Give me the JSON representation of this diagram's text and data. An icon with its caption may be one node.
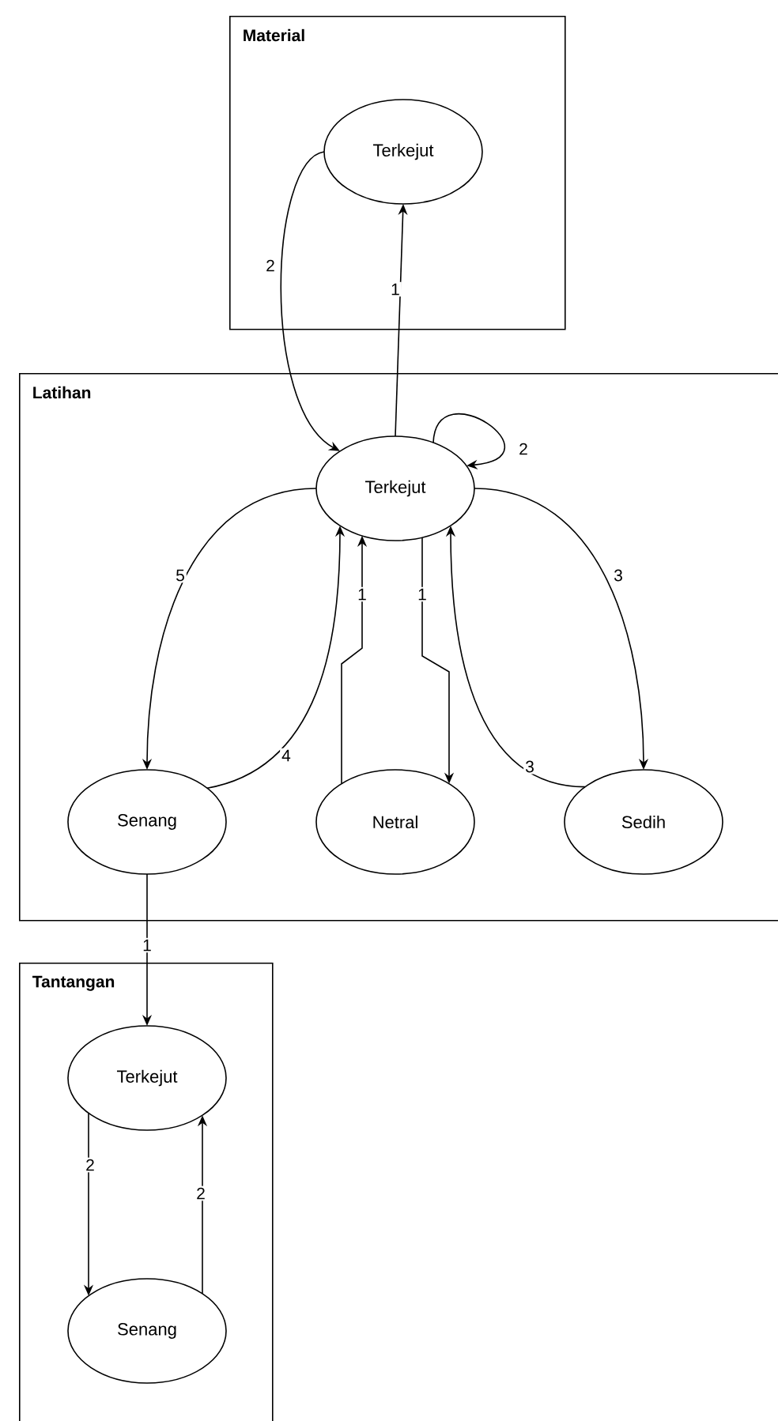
{
  "diagram": {
    "nodes": [
      {
        "text": [
          "Material"
        ]
      },
      {
        "text": [
          "Terkejut"
        ],
        "in": 0
      },
      {
        "text": [
          "Latihan"
        ]
      },
      {
        "text": [
          "Terkejut"
        ],
        "in": 2
      },
      {
        "text": [
          "Senang"
        ],
        "in": 2
      },
      {
        "text": [
          "Netral"
        ],
        "in": 2
      },
      {
        "text": [
          "Sedih"
        ],
        "in": 2
      },
      {
        "text": [
          "Tantangan"
        ]
      },
      {
        "text": [
          "Terkejut"
        ],
        "in": 7
      },
      {
        "text": [
          "Senang"
        ],
        "in": 7
      }
    ],
    "edges": [
      {
        "from": 1,
        "to": 3,
        "arrow": "to",
        "label": "2"
      },
      {
        "from": 3,
        "to": 1,
        "arrow": "to",
        "label": "1"
      },
      {
        "from": 3,
        "to": 3,
        "arrow": "to",
        "label": "2"
      },
      {
        "from": 3,
        "to": 4,
        "arrow": "to",
        "label": "5"
      },
      {
        "from": 4,
        "to": 3,
        "arrow": "to",
        "label": "4"
      },
      {
        "from": 5,
        "to": 3,
        "arrow": "to",
        "label": "1"
      },
      {
        "from": 3,
        "to": 5,
        "arrow": "to",
        "label": "1"
      },
      {
        "from": 3,
        "to": 6,
        "arrow": "to",
        "label": "3"
      },
      {
        "from": 6,
        "to": 3,
        "arrow": "to",
        "label": "3"
      },
      {
        "from": 4,
        "to": 8,
        "arrow": "to",
        "label": "1"
      },
      {
        "from": 8,
        "to": 9,
        "arrow": "to",
        "label": "2"
      },
      {
        "from": 9,
        "to": 8,
        "arrow": "to",
        "label": "2"
      }
    ]
  }
}
